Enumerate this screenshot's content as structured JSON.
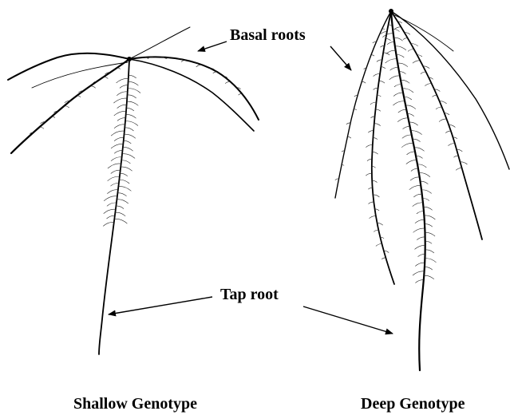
{
  "labels": {
    "basal_roots": "Basal roots",
    "tap_root": "Tap root",
    "shallow_genotype": "Shallow Genotype",
    "deep_genotype": "Deep Genotype"
  },
  "colors": {
    "ink": "#000000",
    "background": "#ffffff"
  }
}
